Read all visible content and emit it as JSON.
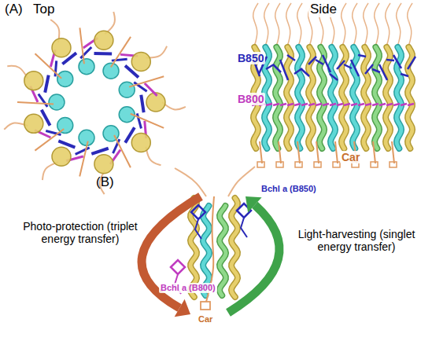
{
  "diagram": {
    "labels": [
      "(A)",
      "Top",
      "Side",
      "B850",
      "B800",
      "Car",
      "(B)",
      "Bchl a (B850)",
      "Bchl a (B800)",
      "Car",
      "Photo-protection (triplet energy transfer)",
      "Light-harvesting (singlet energy transfer)"
    ]
  }
}
